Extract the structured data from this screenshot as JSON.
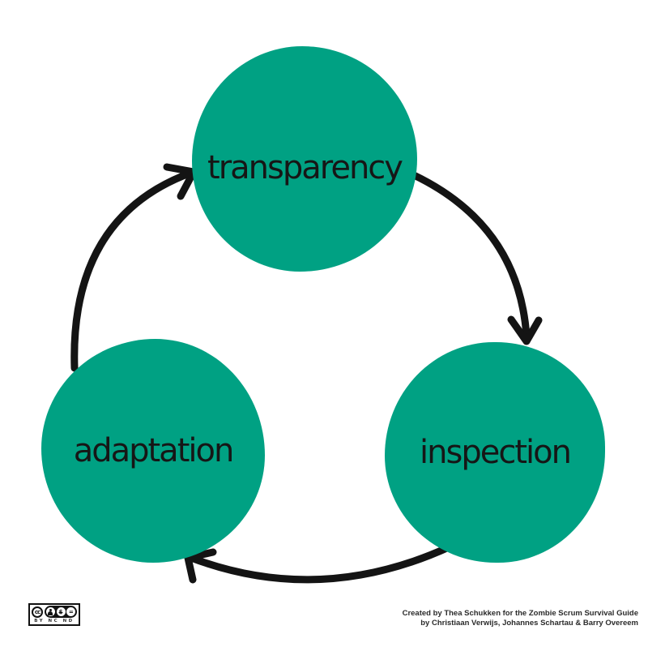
{
  "palette": {
    "node_fill": "#00a183",
    "ink": "#141414",
    "background": "#ffffff"
  },
  "diagram": {
    "nodes": [
      {
        "id": "transparency",
        "label": "transparency"
      },
      {
        "id": "inspection",
        "label": "inspection"
      },
      {
        "id": "adaptation",
        "label": "adaptation"
      }
    ],
    "edges": [
      {
        "from": "transparency",
        "to": "inspection"
      },
      {
        "from": "inspection",
        "to": "adaptation"
      },
      {
        "from": "adaptation",
        "to": "transparency"
      }
    ]
  },
  "license_badge": {
    "cc_label": "cc",
    "nc_symbol": "$",
    "nd_symbol": "=",
    "caption": "BY NC ND"
  },
  "attribution": {
    "line1": "Created by Thea Schukken for the Zombie Scrum Survival Guide",
    "line2": "by Christiaan Verwijs, Johannes Schartau & Barry Overeem"
  }
}
